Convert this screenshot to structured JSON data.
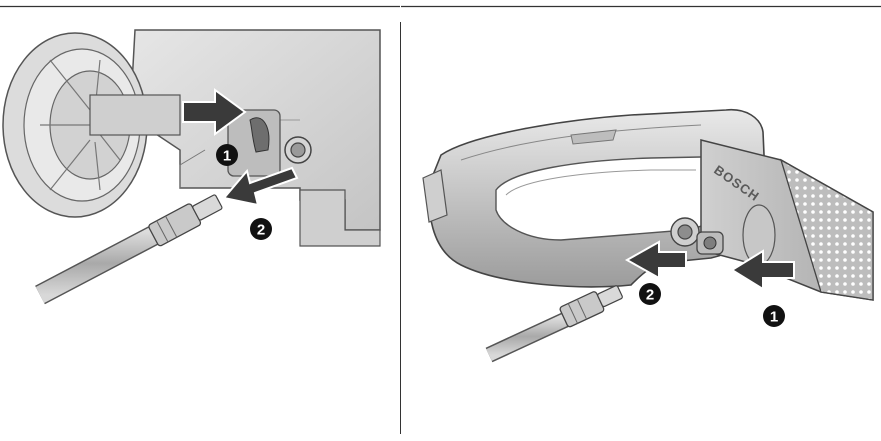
{
  "figure": {
    "left_panel": {
      "step_markers": [
        "1",
        "2"
      ]
    },
    "right_panel": {
      "step_markers": [
        "1",
        "2"
      ],
      "brand": "BOSCH"
    }
  }
}
